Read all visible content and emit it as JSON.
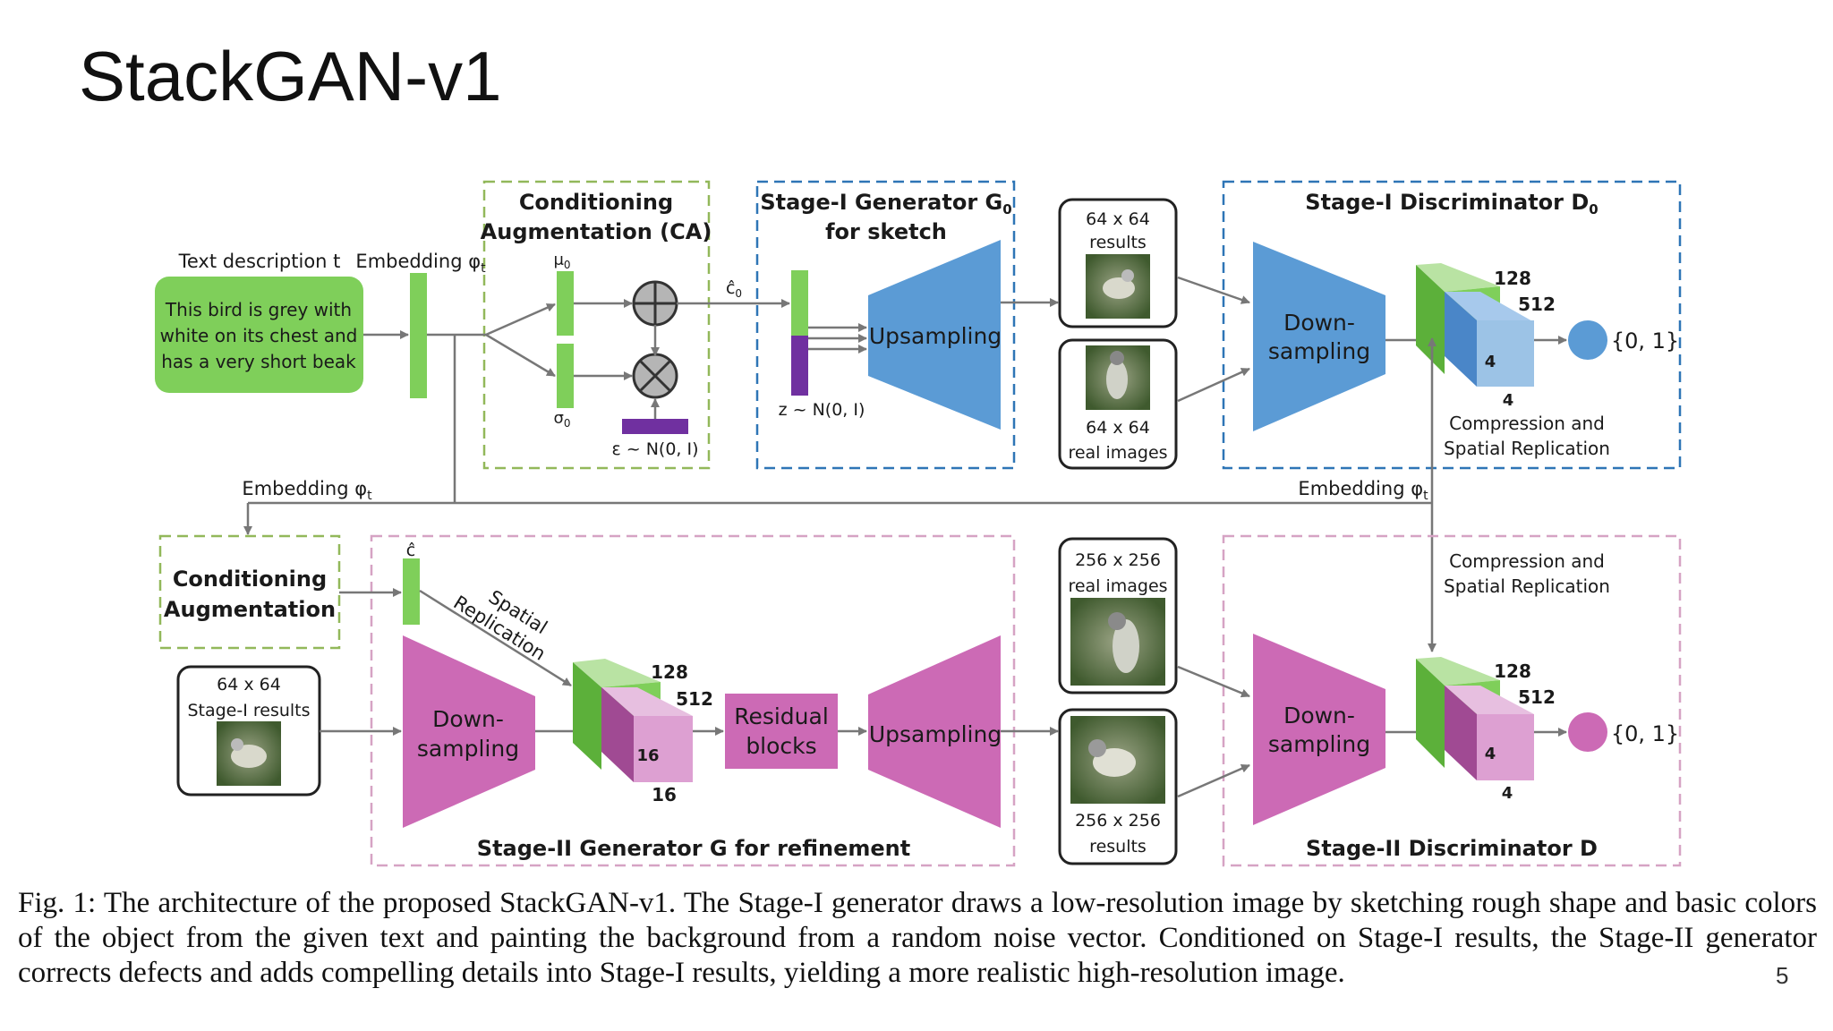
{
  "slide": {
    "title": "StackGAN-v1",
    "page_number": "5"
  },
  "caption": "Fig. 1: The architecture of the proposed StackGAN-v1. The Stage-I generator draws a low-resolution image by sketching rough shape and basic colors of the object from the given text and painting the background from a random noise vector. Conditioned on Stage-I results, the Stage-II generator corrects defects and adds compelling details into Stage-I results, yielding a more realistic high-resolution image.",
  "stage1": {
    "text_label": "Text description t",
    "text_lines": [
      "This bird is grey with",
      "white on its chest and",
      "has a very short beak"
    ],
    "embedding_label": "Embedding φ",
    "embedding_sub": "t",
    "ca_title_1": "Conditioning",
    "ca_title_2": "Augmentation (CA)",
    "mu": "μ",
    "mu_sub": "0",
    "sigma": "σ",
    "sigma_sub": "0",
    "epsilon": "ε ~ N(0, I)",
    "c_hat": "ĉ",
    "c_hat_sub": "0",
    "z_noise": "z ~ N(0, I)",
    "gen_title_1": "Stage-I Generator G",
    "gen_title_sub": "0",
    "gen_title_2": "for sketch",
    "upsampling": "Upsampling",
    "result_1": "64 x 64",
    "result_2": "results",
    "real_1": "64 x 64",
    "real_2": "real images",
    "disc_title": "Stage-I Discriminator D",
    "disc_sub": "0",
    "down_1": "Down-",
    "down_2": "sampling",
    "dim_128": "128",
    "dim_512": "512",
    "dim_4a": "4",
    "dim_4b": "4",
    "compress_1": "Compression and",
    "compress_2": "Spatial Replication",
    "output": "{0, 1}"
  },
  "middle": {
    "embedding_left": "Embedding φ",
    "embedding_right": "Embedding φ",
    "sub": "t"
  },
  "stage2": {
    "ca_1": "Conditioning",
    "ca_2": "Augmentation",
    "c_hat": "ĉ",
    "spatial_1": "Spatial",
    "spatial_2": "Replication",
    "stage1_res_1": "64 x 64",
    "stage1_res_2": "Stage-I results",
    "down_1": "Down-",
    "down_2": "sampling",
    "dim_128": "128",
    "dim_512": "512",
    "dim_16a": "16",
    "dim_16b": "16",
    "res_1": "Residual",
    "res_2": "blocks",
    "upsampling": "Upsampling",
    "gen_title": "Stage-II Generator G for refinement",
    "real_1": "256 x 256",
    "real_2": "real images",
    "result_1": "256 x 256",
    "result_2": "results",
    "disc_title": "Stage-II Discriminator D",
    "compress_1": "Compression and",
    "compress_2": "Spatial Replication",
    "disc_down_1": "Down-",
    "disc_down_2": "sampling",
    "dim_128b": "128",
    "dim_512b": "512",
    "dim_4a": "4",
    "dim_4b": "4",
    "output": "{0, 1}"
  },
  "colors": {
    "green": "#7fcf5a",
    "blue": "#5b9bd5",
    "pink": "#cc6ab5",
    "purple": "#7030a0",
    "green_dash": "#92b85a",
    "blue_dash": "#2e75b6",
    "pink_dash": "#d6a3c4"
  }
}
